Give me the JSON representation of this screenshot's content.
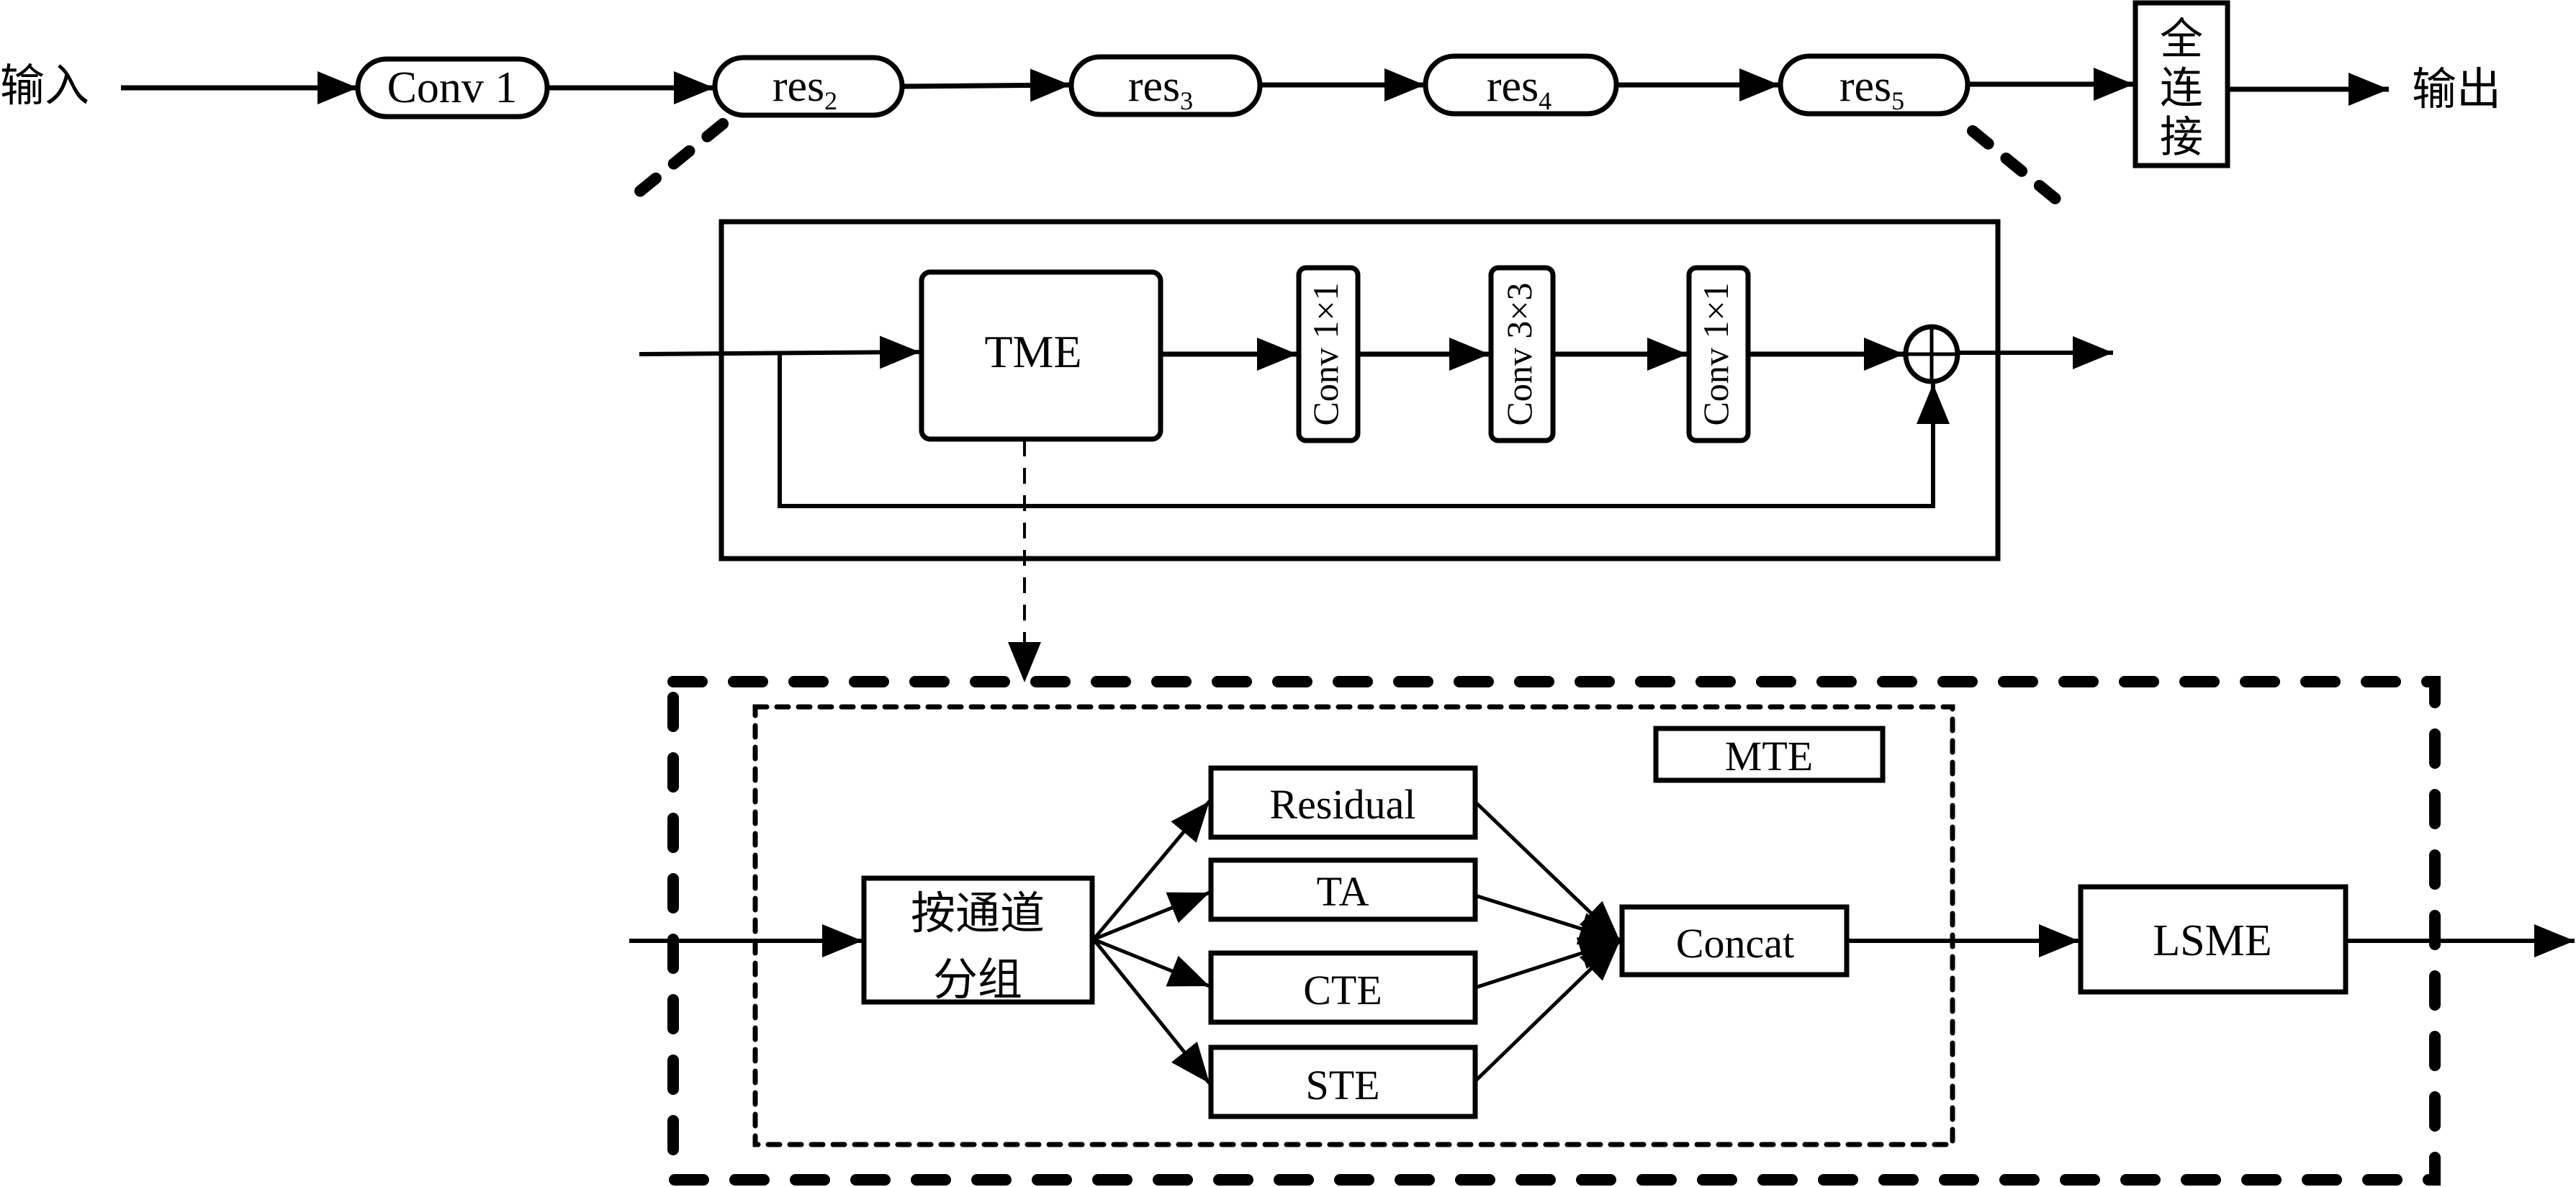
{
  "diagram": {
    "top_row": {
      "input_label": "输入",
      "output_label": "输出",
      "stages": [
        {
          "id": "conv1",
          "base": "Conv 1",
          "sub": ""
        },
        {
          "id": "res2",
          "base": "res",
          "sub": "2"
        },
        {
          "id": "res3",
          "base": "res",
          "sub": "3"
        },
        {
          "id": "res4",
          "base": "res",
          "sub": "4"
        },
        {
          "id": "res5",
          "base": "res",
          "sub": "5"
        }
      ],
      "fc_label_chars": [
        "全",
        "连",
        "接"
      ]
    },
    "res_block": {
      "tme_label": "TME",
      "convs": [
        "Conv 1×1",
        "Conv 3×3",
        "Conv 1×1"
      ],
      "sum_symbol": "plus-circle"
    },
    "tme_detail": {
      "split_label_line1": "按通道",
      "split_label_line2": "分组",
      "branches": [
        "Residual",
        "TA",
        "CTE",
        "STE"
      ],
      "mte_label": "MTE",
      "concat_label": "Concat",
      "lsme_label": "LSME"
    }
  }
}
